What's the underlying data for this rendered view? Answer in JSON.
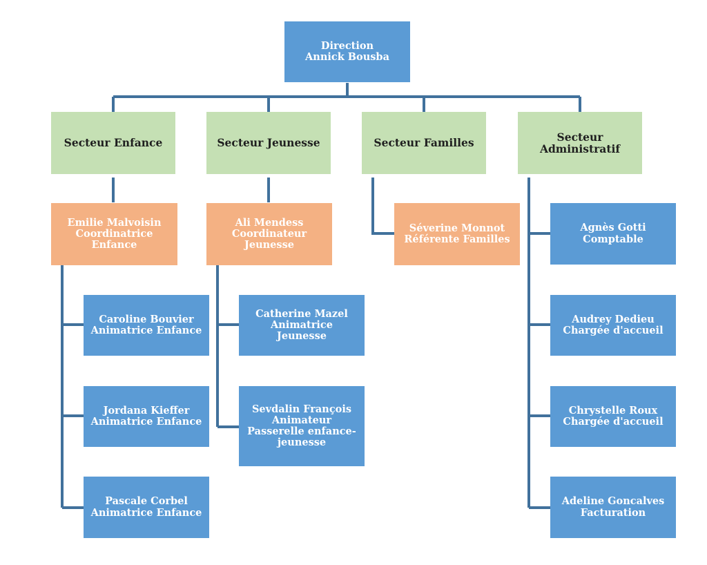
{
  "colors": {
    "connector": "#41719c",
    "blue_box": "#5b9bd5",
    "green_box": "#c5e0b4",
    "orange_box": "#f4b183"
  },
  "direction": {
    "text": "Direction\nAnnick Bousba"
  },
  "sectors": {
    "enfance": {
      "label": "Secteur Enfance",
      "coordinator": "Emilie Malvoisin\nCoordinatrice\nEnfance",
      "staff": [
        "Caroline Bouvier\nAnimatrice Enfance",
        "Jordana Kieffer\nAnimatrice Enfance",
        "Pascale Corbel\nAnimatrice Enfance"
      ]
    },
    "jeunesse": {
      "label": "Secteur Jeunesse",
      "coordinator": "Ali Mendess\nCoordinateur\nJeunesse",
      "staff": [
        "Catherine Mazel\nAnimatrice\nJeunesse",
        "Sevdalin François\nAnimateur\nPasserelle enfance-\njeunesse"
      ]
    },
    "familles": {
      "label": "Secteur Familles",
      "coordinator": "Séverine Monnot\nRéférente Familles"
    },
    "administratif": {
      "label": "Secteur\nAdministratif",
      "staff": [
        "Agnès Gotti\nComptable",
        "Audrey Dedieu\nChargée d'accueil",
        "Chrystelle Roux\nChargée d'accueil",
        "Adeline Goncalves\nFacturation"
      ]
    }
  }
}
